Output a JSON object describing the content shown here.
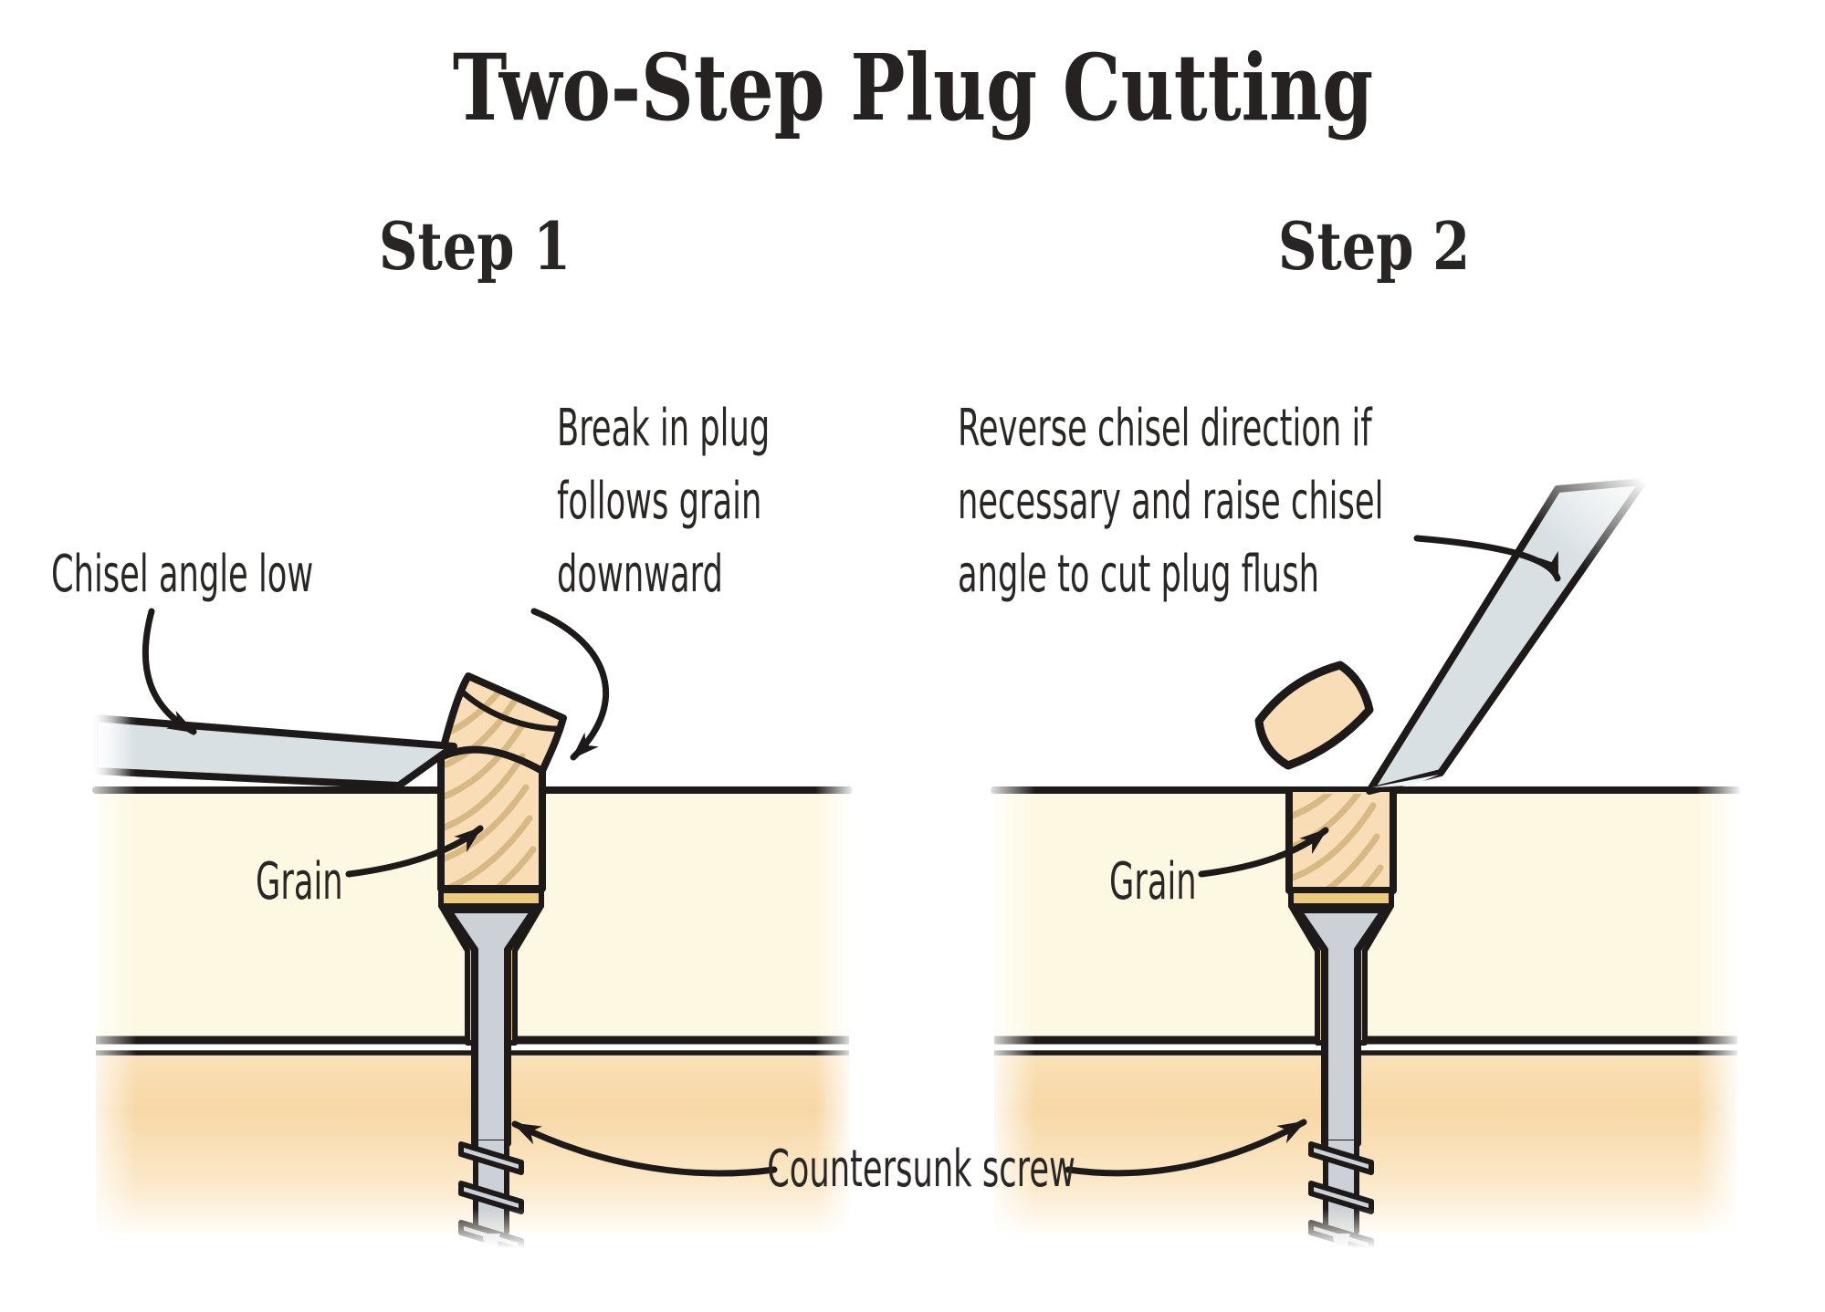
{
  "title": "Two-Step Plug Cutting",
  "steps": [
    {
      "label": "Step 1"
    },
    {
      "label": "Step 2"
    }
  ],
  "labels": {
    "chisel_angle_low": "Chisel angle low",
    "break_in_plug": [
      "Break in plug",
      "follows grain",
      "downward"
    ],
    "reverse_chisel": [
      "Reverse chisel direction if",
      "necessary and raise chisel",
      "angle to cut plug flush"
    ],
    "grain_step1": "Grain",
    "grain_step2": "Grain",
    "countersunk_screw": "Countersunk screw"
  },
  "colors": {
    "ink": "#1d1a19",
    "board": "#fdf8e2",
    "plug": "#f8ddb7",
    "grain": "#d8b983",
    "gold": "#ecca7e",
    "screw": "#ccd1d8",
    "chisel": "#d8e0e4",
    "bevel": "#f2f5f6"
  }
}
